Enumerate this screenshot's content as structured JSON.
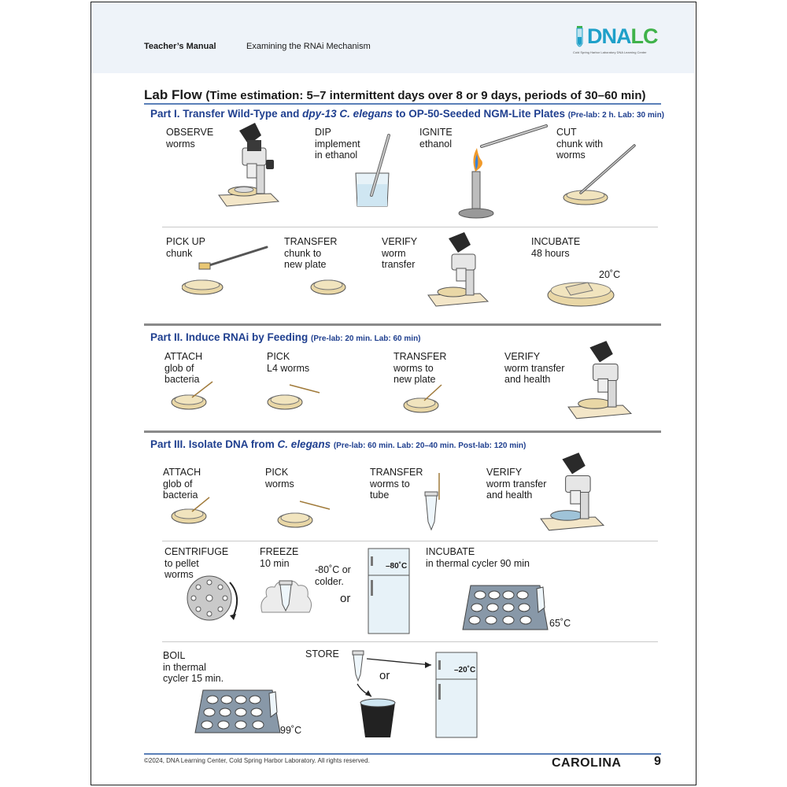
{
  "header": {
    "left": "Teacher’s Manual",
    "center": "Examining the RNAi Mechanism",
    "logo": "DNALC",
    "logo_sub": "Cold Spring Harbor Laboratory DNA Learning Center"
  },
  "title": {
    "main": "Lab Flow",
    "sub": "(Time estimation: 5–7 intermittent days over 8 or 9 days, periods of 30–60 min)"
  },
  "part1": {
    "a": "Part I. Transfer Wild-Type and ",
    "b": "dpy-13 C. elegans",
    "c": " to OP-50-Seeded NGM-Lite Plates ",
    "d": "(Pre-lab: 2 h. Lab: 30 min)",
    "steps": [
      "OBSERVE\nworms",
      "DIP\nimplement\nin ethanol",
      "IGNITE\nethanol",
      "CUT\nchunk with\nworms",
      "PICK UP\nchunk",
      "TRANSFER\nchunk to\nnew plate",
      "VERIFY\nworm\ntransfer",
      "INCUBATE\n48 hours"
    ],
    "temp": "20˚C"
  },
  "part2": {
    "a": "Part II. Induce RNAi by Feeding ",
    "b": "(Pre-lab: 20 min. Lab: 60 min)",
    "steps": [
      "ATTACH\nglob of\nbacteria",
      "PICK\nL4 worms",
      "TRANSFER\nworms to\nnew plate",
      "VERIFY\nworm transfer\nand health"
    ]
  },
  "part3": {
    "a": "Part III. Isolate DNA from ",
    "b": "C. elegans",
    "c": " ",
    "d": "(Pre-lab: 60 min. Lab: 20–40 min. Post-lab: 120 min)",
    "steps": [
      "ATTACH\nglob of\nbacteria",
      "PICK\nworms",
      "TRANSFER\nworms to\ntube",
      "VERIFY\nworm transfer\nand health",
      "CENTRIFUGE\nto pellet\nworms",
      "FREEZE\n10 min",
      "-80˚C or\ncolder.",
      "INCUBATE\nin thermal cycler 90 min",
      "BOIL\nin thermal\ncycler 15 min.",
      "STORE"
    ],
    "or": "or",
    "freezer1": "–80˚C",
    "freezer2": "–20˚C",
    "temp1": "65˚C",
    "temp2": "99˚C"
  },
  "footer": {
    "copyright": "©2024, DNA Learning Center, Cold Spring Harbor Laboratory. All rights reserved.",
    "brand": "CAROLINA",
    "page": "9"
  },
  "colors": {
    "part_heading": "#1f3f8f",
    "header_bg": "#eef3f9",
    "rule": "#5a7fb8"
  }
}
